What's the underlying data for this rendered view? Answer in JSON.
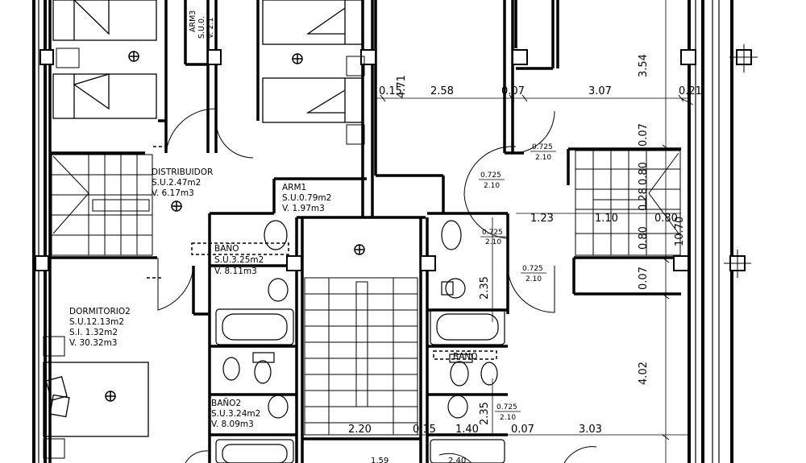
{
  "rooms": {
    "distribuidor": {
      "name": "DISTRIBUIDOR",
      "su": "S.U.2.47m2",
      "v": "V.  6.17m3"
    },
    "arm1": {
      "name": "ARM1",
      "su": "S.U.0.79m2",
      "v": "V.  1.97m3"
    },
    "arm3": {
      "name": "ARM3",
      "su": "S.U.0.",
      "v": "V. 2.1"
    },
    "bano": {
      "name": "BAÑO",
      "su": "S.U.3.25m2",
      "v": "V.  8.11m3"
    },
    "dormitorio2": {
      "name": "DORMITORIO2",
      "su": "S.U.12.13m2",
      "si": "S.I.  1.32m2",
      "v": "V.  30.32m3"
    },
    "bano2": {
      "name": "BAÑO2",
      "su": "S.U.3.24m2",
      "v": "V.  8.09m3"
    },
    "bano_r": {
      "name": "BAÑO"
    }
  },
  "dims": {
    "d354": "3.54",
    "d471": "4.71",
    "d015a": "0.15",
    "d258": "2.58",
    "d007a": "0.07",
    "d307": "3.07",
    "d021": "0.21",
    "d007b": "0.07",
    "d080a": "0.80",
    "d028": "0.28",
    "d080b": "0.80",
    "d007c": "0.07",
    "d1070": "10.70",
    "d123": "1.23",
    "d110": "1.10",
    "d080h": "0.80",
    "d235a": "2.35",
    "d402": "4.02",
    "d235b": "2.35",
    "d220": "2.20",
    "d015b": "0.15",
    "d140": "1.40",
    "d007d": "0.07",
    "d303": "3.03",
    "d240": "2.40",
    "d159": "1.59"
  },
  "doors": {
    "d1": {
      "w": "0.725",
      "h": "2.10"
    },
    "d2": {
      "w": "0.725",
      "h": "2.10"
    },
    "d3": {
      "w": "0.725",
      "h": "2.10"
    },
    "d4": {
      "w": "0.725",
      "h": "2.10"
    },
    "d5": {
      "w": "0.725",
      "h": "2.10"
    }
  }
}
